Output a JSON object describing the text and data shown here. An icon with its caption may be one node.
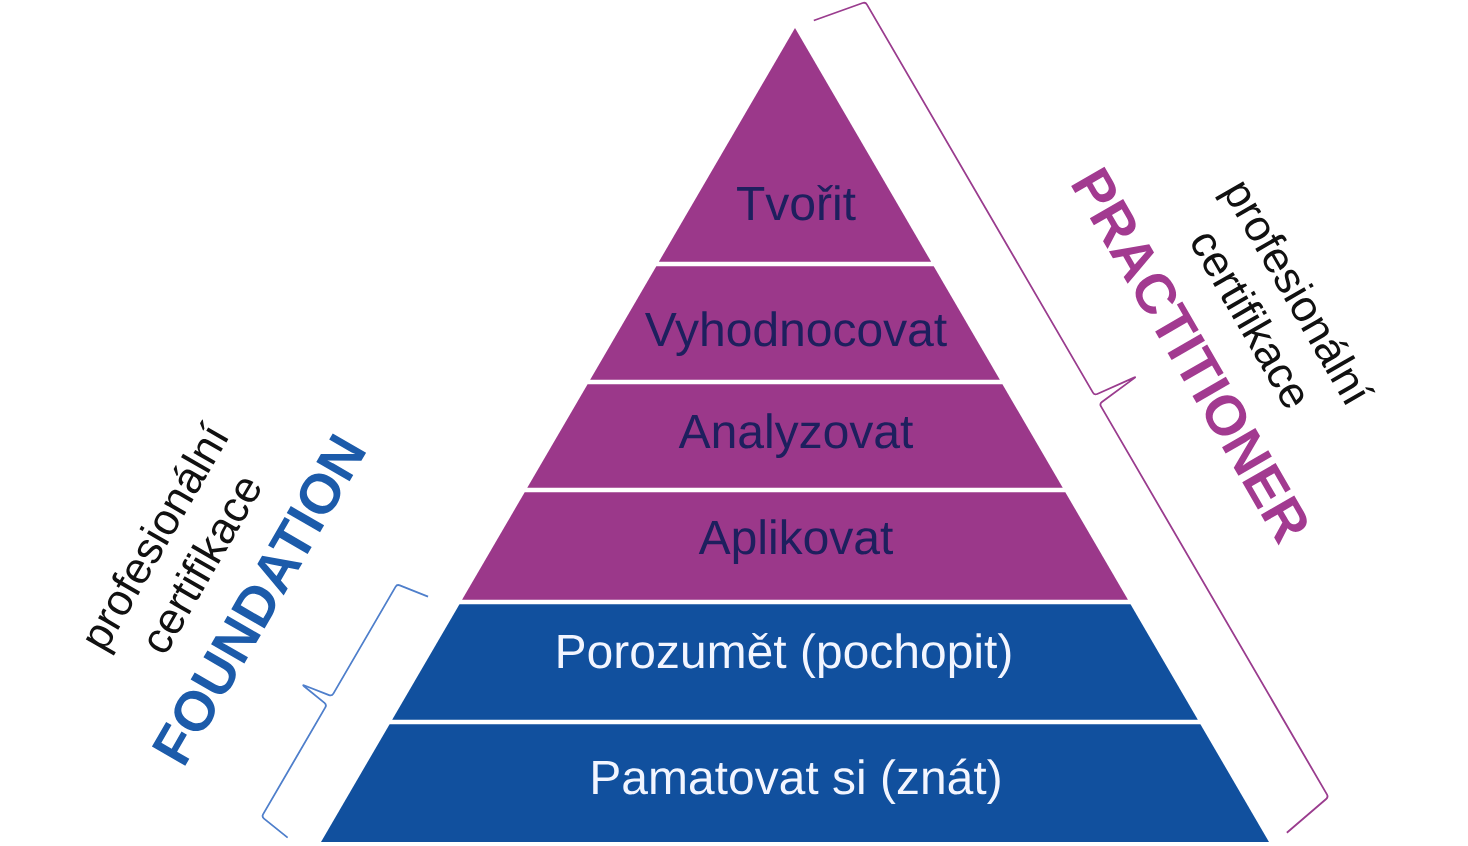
{
  "diagram": {
    "nodes": [
      {
        "text": [
          "Tvořit"
        ]
      },
      {
        "text": [
          "Vyhodnocovat"
        ]
      },
      {
        "text": [
          "Analyzovat"
        ]
      },
      {
        "text": [
          "Aplikovat"
        ]
      },
      {
        "text": [
          "Porozumět (pochopit)"
        ]
      },
      {
        "text": [
          "Pamatovat si (znát)"
        ]
      }
    ],
    "labels": [
      "profesionální certifikace",
      "FOUNDATION",
      "PRACTITIONER",
      "profesionální certifikace"
    ]
  }
}
